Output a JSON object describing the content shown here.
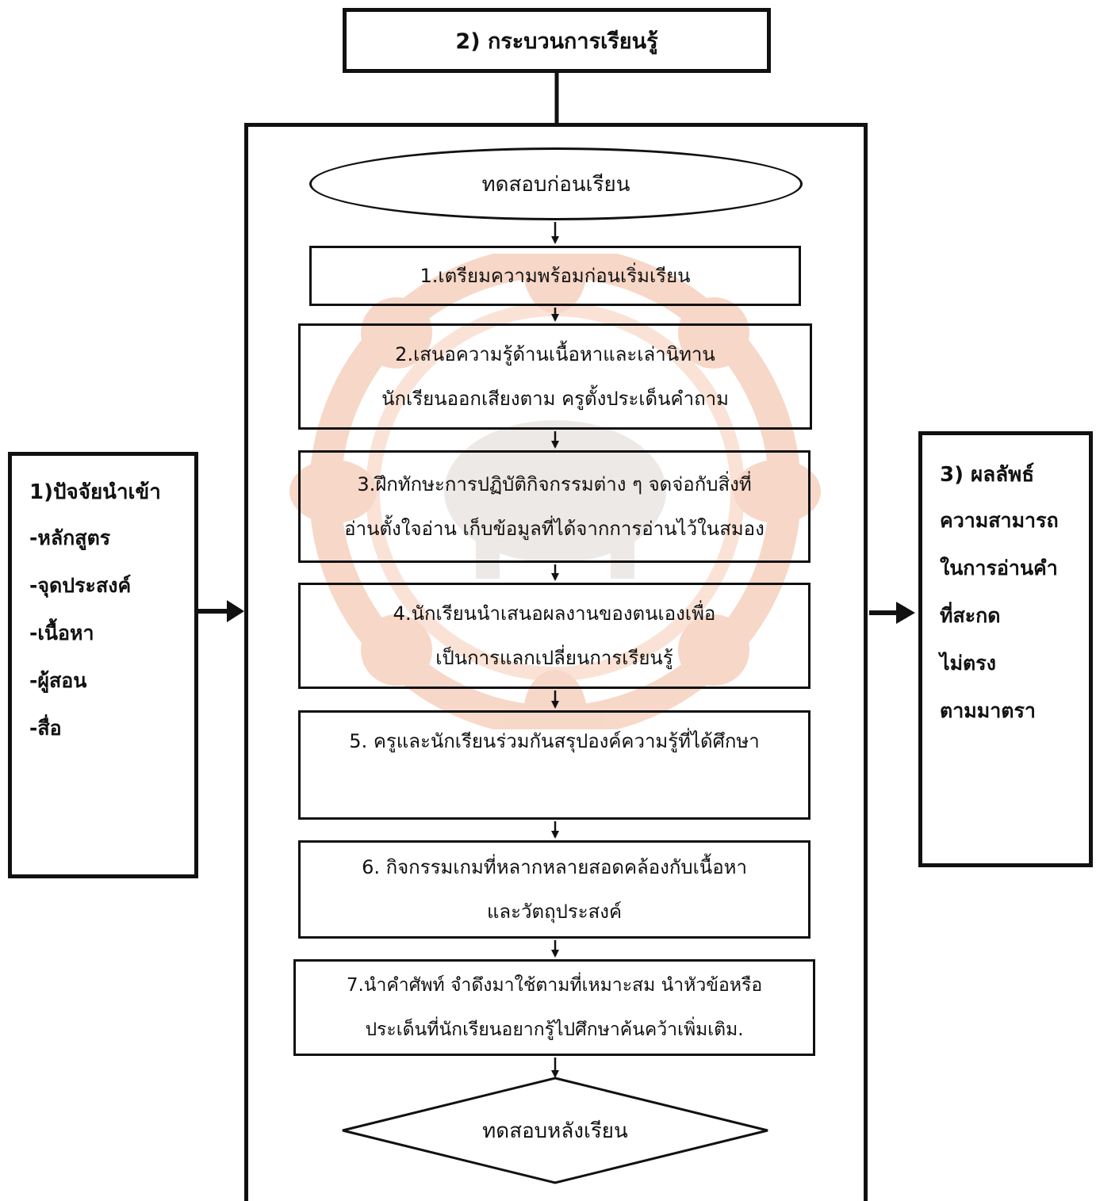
{
  "process": {
    "title": "2) กระบวนการเรียนรู้",
    "pretest": "ทดสอบก่อนเรียน",
    "steps": [
      {
        "lines": [
          "1.เตรียมความพร้อมก่อนเริ่มเรียน"
        ]
      },
      {
        "lines": [
          "2.เสนอความรู้ด้านเนื้อหาและเล่านิทาน",
          "นักเรียนออกเสียงตาม ครูตั้งประเด็นคำถาม"
        ]
      },
      {
        "lines": [
          "3.ฝึกทักษะการปฏิบัติกิจกรรมต่าง ๆ จดจ่อกับสิ่งที่",
          "อ่านตั้งใจอ่าน เก็บข้อมูลที่ได้จากการอ่านไว้ในสมอง"
        ]
      },
      {
        "lines": [
          "4.นักเรียนนำเสนอผลงานของตนเองเพื่อ",
          "เป็นการแลกเปลี่ยนการเรียนรู้"
        ]
      },
      {
        "lines": [
          "5. ครูและนักเรียนร่วมกันสรุปองค์ความรู้ที่ได้ศึกษา"
        ]
      },
      {
        "lines": [
          "6. กิจกรรมเกมที่หลากหลายสอดคล้องกับเนื้อหา",
          "และวัตถุประสงค์"
        ]
      },
      {
        "lines": [
          "7.นำคำศัพท์ จำดึงมาใช้ตามที่เหมาะสม นำหัวข้อหรือ",
          "ประเด็นที่นักเรียนอยากรู้ไปศึกษาค้นคว้าเพิ่มเติม."
        ]
      }
    ],
    "posttest": "ทดสอบหลังเรียน"
  },
  "input": {
    "title": "1)ปัจจัยนำเข้า",
    "items": [
      "-หลักสูตร",
      "-จุดประสงค์",
      "-เนื้อหา",
      "-ผู้สอน",
      "-สื่อ"
    ]
  },
  "output": {
    "title": "3) ผลลัพธ์",
    "lines": [
      "ความสามารถ",
      "ในการอ่านคำ",
      "ที่สะกด",
      "ไม่ตรง",
      "ตามมาตรา"
    ]
  },
  "colors": {
    "line": "#111111",
    "watermark": "#f2b89a",
    "watermark_dark": "#d9d0cc"
  }
}
